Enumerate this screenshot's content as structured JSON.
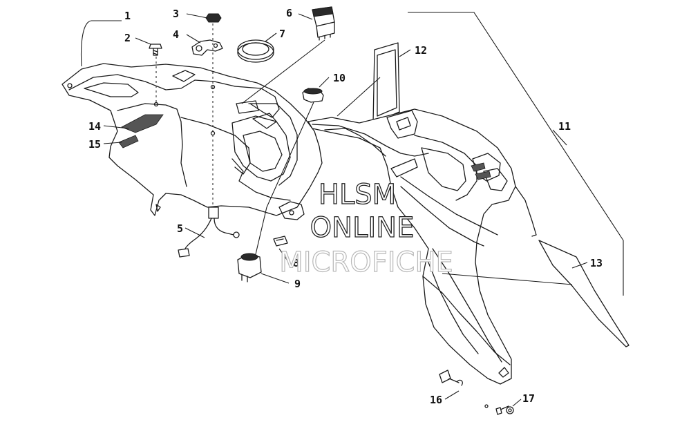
{
  "callouts": {
    "c1": "1",
    "c2": "2",
    "c3": "3",
    "c4": "4",
    "c5": "5",
    "c6": "6",
    "c7": "7",
    "c8": "8",
    "c9": "9",
    "c10": "10",
    "c11": "11",
    "c12": "12",
    "c13": "13",
    "c14": "14",
    "c15": "15",
    "c16": "16",
    "c17": "17"
  },
  "watermark": {
    "line1": "HLSM",
    "line2": "ONLINE",
    "line3": "MICROFICHE"
  }
}
